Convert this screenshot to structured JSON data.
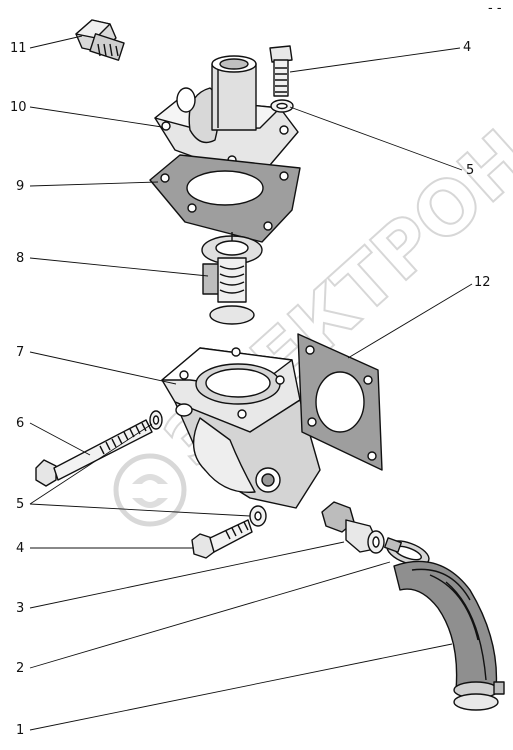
{
  "corner_mark": "- -",
  "watermark": "ЭЛЕКТРОН",
  "callouts": {
    "c1": "1",
    "c2": "2",
    "c3": "3",
    "c4_top": "4",
    "c4_bottom": "4",
    "c5_top": "5",
    "c5_bottom": "5",
    "c6": "6",
    "c7": "7",
    "c8": "8",
    "c9": "9",
    "c10": "10",
    "c11": "11",
    "c12": "12"
  }
}
